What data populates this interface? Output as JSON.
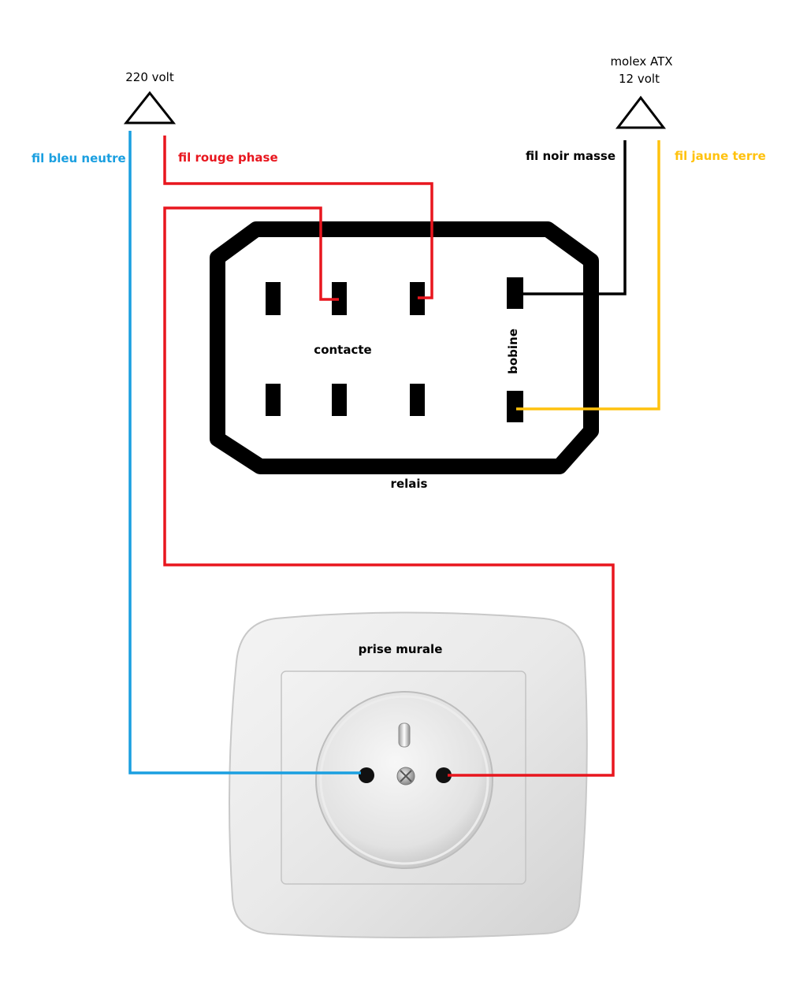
{
  "sources": {
    "mains_label": "220 volt",
    "atx_label_line1": "molex ATX",
    "atx_label_line2": "12 volt"
  },
  "wires": {
    "blue_label": "fil bleu neutre",
    "red_label": "fil rouge phase",
    "black_label": "fil noir masse",
    "yellow_label": "fil jaune terre"
  },
  "relay": {
    "contacts_label": "contacte",
    "coil_label": "bobine",
    "name": "relais"
  },
  "outlet": {
    "name": "prise murale"
  },
  "colors": {
    "blue": "#1a9fe0",
    "red": "#e8161e",
    "black": "#000000",
    "yellow": "#ffc20e"
  }
}
